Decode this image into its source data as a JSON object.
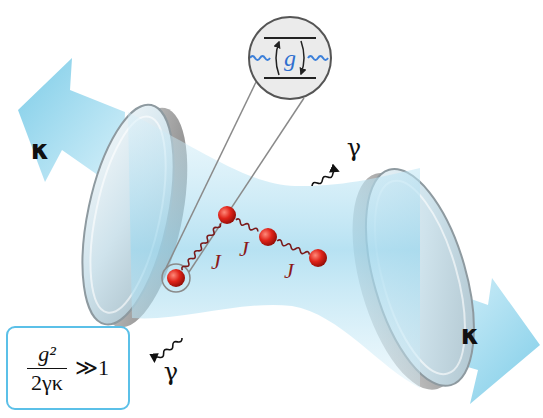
{
  "diagram": {
    "nodes": [
      {
        "text": [
          "g"
        ]
      },
      {
        "text": [
          "g²",
          "2γκ",
          "≫1"
        ]
      }
    ],
    "labels": [
      "κ",
      "γ",
      "J",
      "J",
      "J",
      "γ",
      "κ"
    ]
  }
}
